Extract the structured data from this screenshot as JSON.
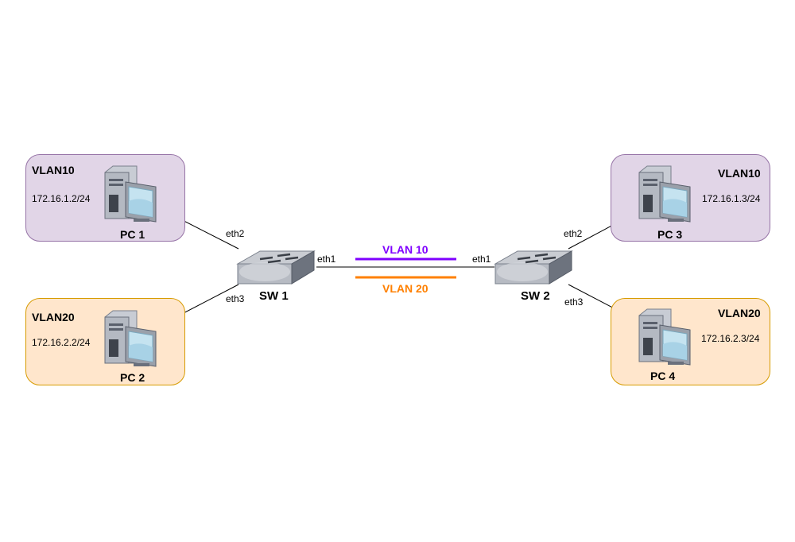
{
  "colors": {
    "vlan10_fill": "#e1d5e7",
    "vlan10_border": "#9673a6",
    "vlan20_fill": "#ffe6cc",
    "vlan20_border": "#d79b00",
    "vlan10_trunk": "#7f00ff",
    "vlan20_trunk": "#ff8000"
  },
  "hosts": [
    {
      "id": "pc1",
      "name": "PC 1",
      "vlan": "VLAN10",
      "ip": "172.16.1.2/24"
    },
    {
      "id": "pc2",
      "name": "PC 2",
      "vlan": "VLAN20",
      "ip": "172.16.2.2/24"
    },
    {
      "id": "pc3",
      "name": "PC 3",
      "vlan": "VLAN10",
      "ip": "172.16.1.3/24"
    },
    {
      "id": "pc4",
      "name": "PC 4",
      "vlan": "VLAN20",
      "ip": "172.16.2.3/24"
    }
  ],
  "switches": [
    {
      "id": "sw1",
      "name": "SW 1",
      "ports": {
        "trunk": "eth1",
        "to_pc_top": "eth2",
        "to_pc_bottom": "eth3"
      }
    },
    {
      "id": "sw2",
      "name": "SW 2",
      "ports": {
        "trunk": "eth1",
        "to_pc_top": "eth2",
        "to_pc_bottom": "eth3"
      }
    }
  ],
  "trunk": {
    "vlans": [
      {
        "label": "VLAN 10"
      },
      {
        "label": "VLAN 20"
      }
    ]
  }
}
